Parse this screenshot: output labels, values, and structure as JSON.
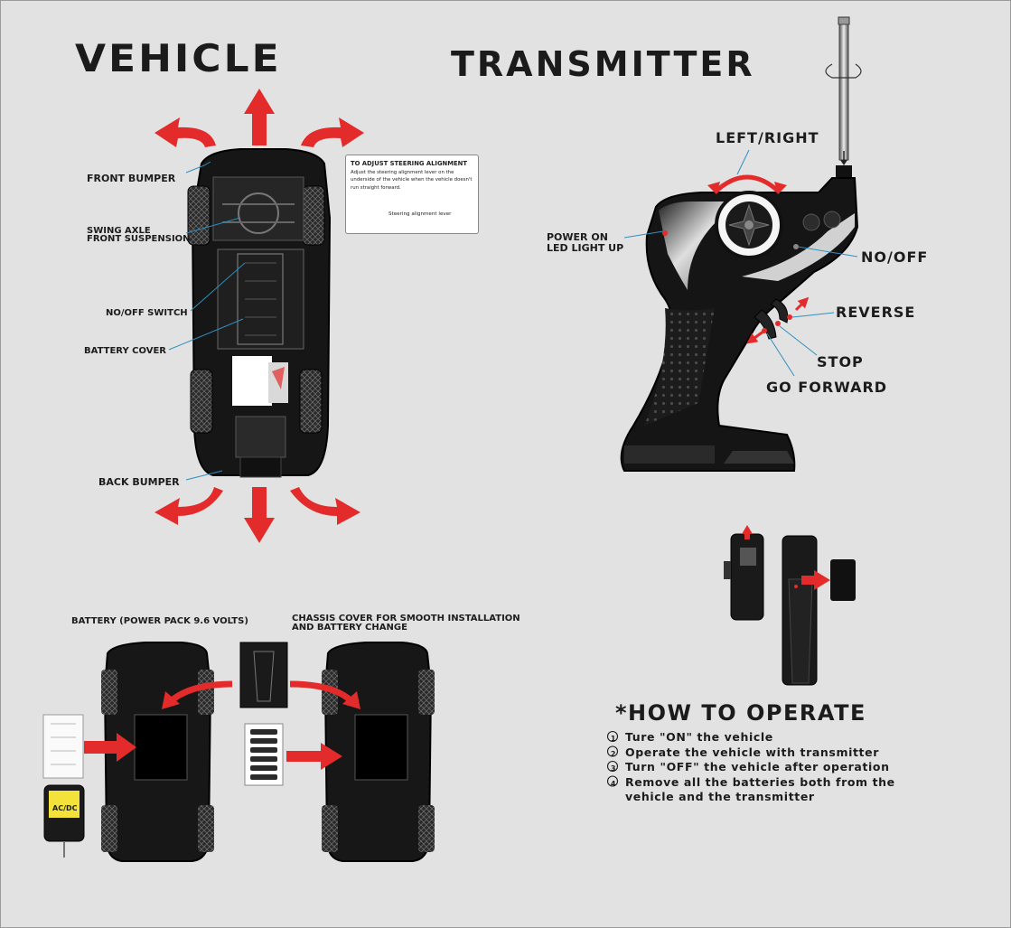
{
  "titles": {
    "vehicle": "VEHICLE",
    "transmitter": "TRANSMITTER"
  },
  "vehicle_labels": {
    "front_bumper": "FRONT BUMPER",
    "swing_axle_1": "SWING AXLE",
    "swing_axle_2": "FRONT SUSPENSION",
    "on_off_switch": "NO/OFF SWITCH",
    "battery_cover": "BATTERY COVER",
    "back_bumper": "BACK BUMPER"
  },
  "steering_card": {
    "title": "TO ADJUST STEERING ALIGNMENT",
    "body": "Adjust the steering alignment lever on the underside of the vehicle when the vehicle doesn't run straight forward.",
    "caption": "Steering alignment lever"
  },
  "transmitter_labels": {
    "left_right": "LEFT/RIGHT",
    "power_on_1": "POWER ON",
    "power_on_2": "LED LIGHT UP",
    "on_off": "NO/OFF",
    "reverse": "REVERSE",
    "stop": "STOP",
    "go_forward": "GO FORWARD"
  },
  "battery_section": {
    "battery_label": "BATTERY (POWER PACK 9.6 VOLTS)",
    "chassis_cover_1": "CHASSIS COVER FOR SMOOTH INSTALLATION",
    "chassis_cover_2": "AND BATTERY CHANGE",
    "charger_label": "AC/DC"
  },
  "how_to_operate": {
    "title": "*HOW TO OPERATE",
    "steps": [
      {
        "num": "1",
        "text": "Ture \"ON\" the vehicle"
      },
      {
        "num": "2",
        "text": "Operate the vehicle with transmitter"
      },
      {
        "num": "3",
        "text": "Turn \"OFF\" the vehicle after operation"
      },
      {
        "num": "4",
        "text": "Remove all the batteries both from the"
      },
      {
        "num": "",
        "text": "vehicle and the transmitter"
      }
    ]
  },
  "colors": {
    "background": "#e2e2e2",
    "arrow_red": "#e32b2b",
    "leader_line": "#2f8fc0",
    "body_dark": "#1a1a1a"
  }
}
